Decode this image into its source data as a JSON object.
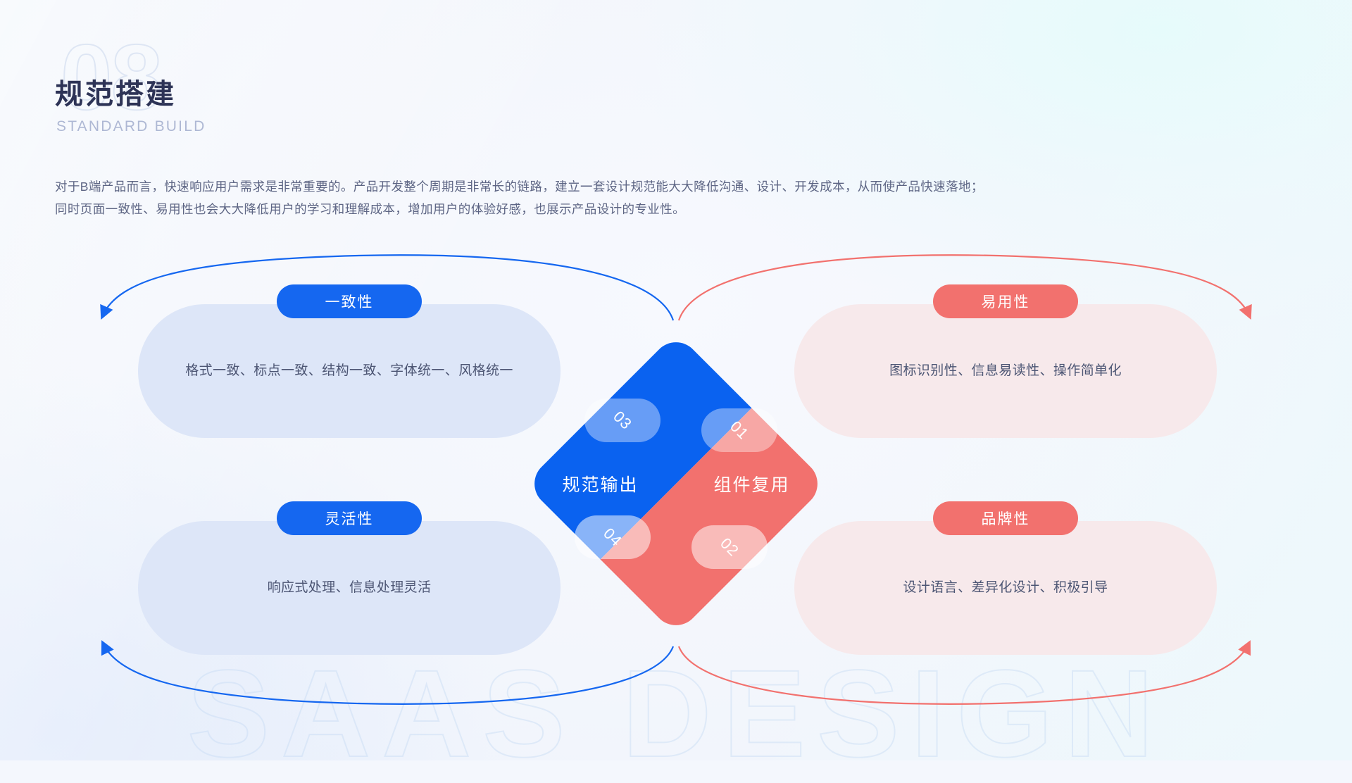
{
  "background": {
    "watermark_number": "08",
    "watermark_text": "SAAS DESIGN"
  },
  "header": {
    "title": "规范搭建",
    "subtitle": "STANDARD BUILD",
    "intro_line1": "对于B端产品而言，快速响应用户需求是非常重要的。产品开发整个周期是非常长的链路，建立一套设计规范能大大降低沟通、设计、开发成本，从而使产品快速落地；",
    "intro_line2": "同时页面一致性、易用性也会大大降低用户的学习和理解成本，增加用户的体验好感，也展示产品设计的专业性。"
  },
  "center": {
    "left_label": "规范输出",
    "right_label": "组件复用",
    "numbers": {
      "n1": "01",
      "n2": "02",
      "n3": "03",
      "n4": "04"
    }
  },
  "cards": {
    "top_left": {
      "badge": "一致性",
      "body": "格式一致、标点一致、结构一致、字体统一、风格统一"
    },
    "bottom_left": {
      "badge": "灵活性",
      "body": "响应式处理、信息处理灵活"
    },
    "top_right": {
      "badge": "易用性",
      "body": "图标识别性、信息易读性、操作简单化"
    },
    "bottom_right": {
      "badge": "品牌性",
      "body": "设计语言、差异化设计、积极引导"
    }
  },
  "colors": {
    "blue": "#1567f0",
    "blue_deep": "#0a62f0",
    "red": "#f2716e",
    "card_blue": "#dde6f8",
    "card_red": "#f7e9eb",
    "title": "#2d3356",
    "subtitle": "#aeb8d4",
    "body_text": "#4d5674"
  }
}
